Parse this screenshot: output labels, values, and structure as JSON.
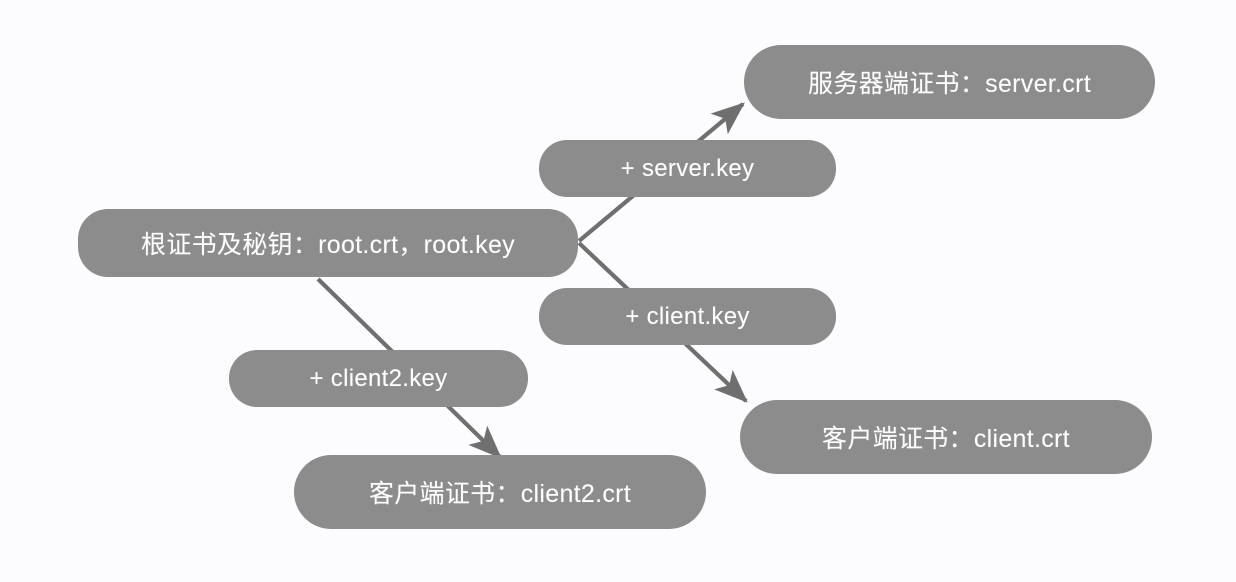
{
  "diagram": {
    "type": "flow-diagram",
    "title_text": "",
    "background_color": "#fcfbfe",
    "node_fill_color": "#8c8c8c",
    "node_text_color": "#ffffff",
    "edge_color": "#6f6f6f",
    "nodes": {
      "root": {
        "label": "根证书及秘钥：root.crt，root.key",
        "role": "root-ca"
      },
      "server_key": {
        "label": "+ server.key",
        "role": "key-modifier"
      },
      "client_key": {
        "label": "+ client.key",
        "role": "key-modifier"
      },
      "client2_key": {
        "label": "+ client2.key",
        "role": "key-modifier"
      },
      "server_crt": {
        "label": "服务器端证书：server.crt",
        "role": "server-certificate"
      },
      "client_crt": {
        "label": "客户端证书：client.crt",
        "role": "client-certificate"
      },
      "client2_crt": {
        "label": "客户端证书：client2.crt",
        "role": "client-certificate"
      }
    },
    "edges": [
      {
        "from": "root",
        "to": "server_crt",
        "via": "server_key"
      },
      {
        "from": "root",
        "to": "client_crt",
        "via": "client_key"
      },
      {
        "from": "root",
        "to": "client2_crt",
        "via": "client2_key"
      }
    ]
  }
}
